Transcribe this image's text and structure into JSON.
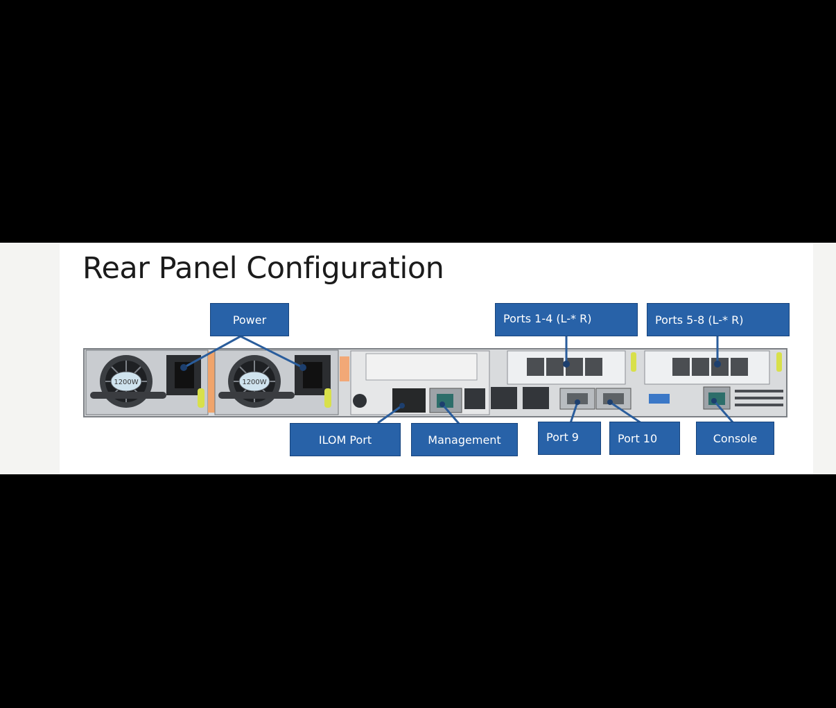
{
  "title": "Rear Panel Configuration",
  "psu_rating": "1200W",
  "labels": {
    "power": "Power",
    "ports_1_4": "Ports 1-4 (L-* R)",
    "ports_5_8": "Ports 5-8 (L-* R)",
    "ilom_port": "ILOM Port",
    "management": "Management",
    "port_9": "Port 9",
    "port_10": "Port 10",
    "console": "Console"
  },
  "colors": {
    "label_fill": "#2862a8",
    "callout_line": "#2a5d9c",
    "chassis": "#d9dbdd"
  }
}
